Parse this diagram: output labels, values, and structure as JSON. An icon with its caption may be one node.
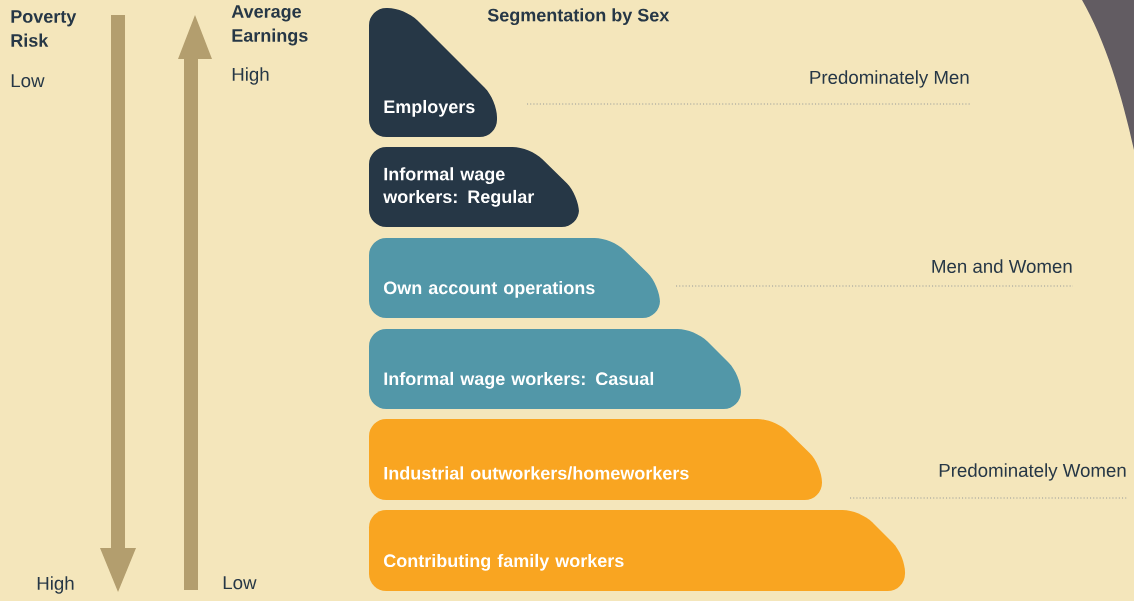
{
  "diagram": {
    "title": "Segmentation by Sex",
    "nodes": [
      {
        "text": [
          "Employers"
        ]
      },
      {
        "text": [
          "Informal wage workers: Regular"
        ]
      },
      {
        "text": [
          "Own account operations"
        ]
      },
      {
        "text": [
          "Informal wage workers: Casual"
        ]
      },
      {
        "text": [
          "Industrial outworkers/homeworkers"
        ]
      },
      {
        "text": [
          "Contributing family workers"
        ]
      }
    ],
    "edges": [],
    "labels": [
      "Poverty Risk",
      "Average Earnings",
      "Low",
      "High",
      "Predominately Men",
      "Men and Women",
      "Predominately Women",
      "High",
      "Low"
    ]
  }
}
